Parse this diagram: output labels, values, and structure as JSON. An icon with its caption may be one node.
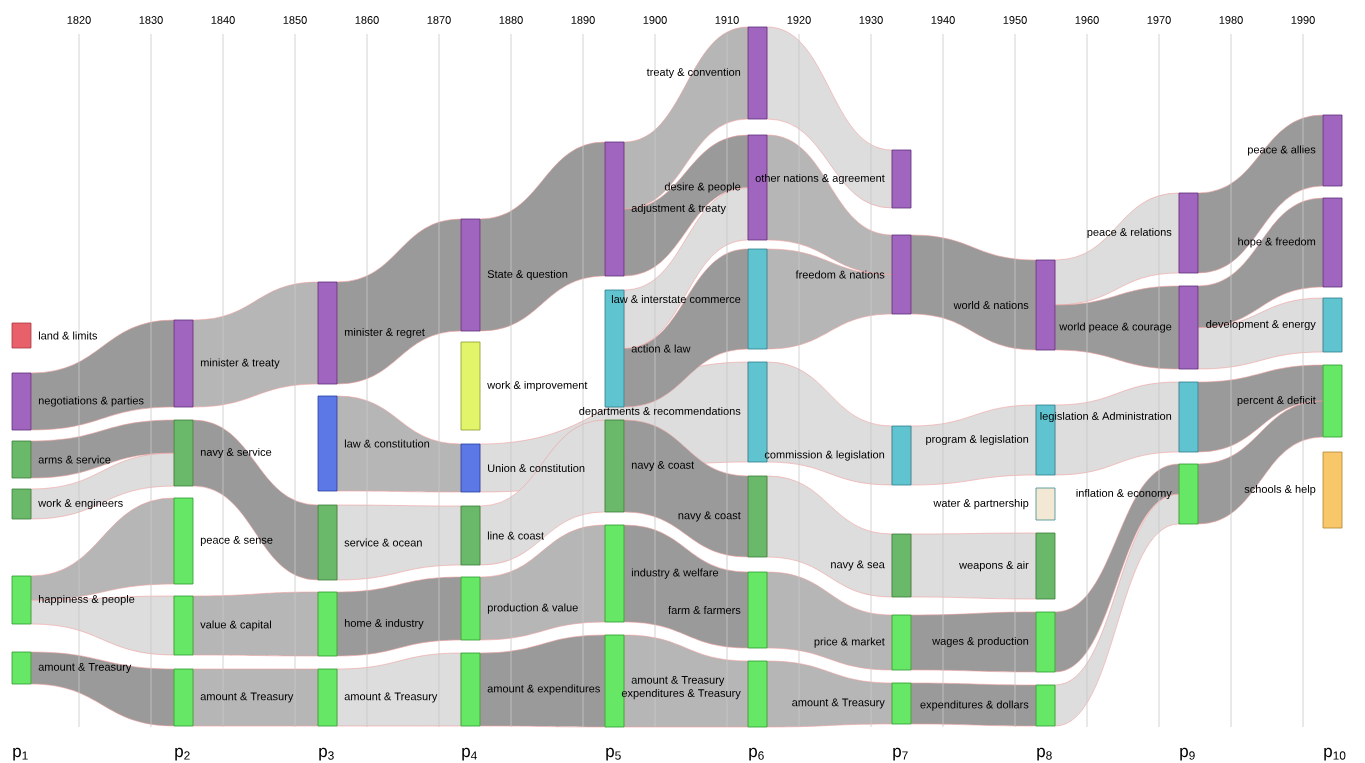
{
  "diagram": {
    "nodes": [
      {
        "text": [
          "land & limits"
        ]
      },
      {
        "text": [
          "negotiations & parties"
        ]
      },
      {
        "text": [
          "arms & service"
        ]
      },
      {
        "text": [
          "work & engineers"
        ]
      },
      {
        "text": [
          "happiness & people"
        ]
      },
      {
        "text": [
          "amount & Treasury"
        ]
      },
      {
        "text": [
          "minister & treaty"
        ]
      },
      {
        "text": [
          "navy & service"
        ]
      },
      {
        "text": [
          "peace & sense"
        ]
      },
      {
        "text": [
          "value & capital"
        ]
      },
      {
        "text": [
          "amount & Treasury"
        ]
      },
      {
        "text": [
          "minister & regret"
        ]
      },
      {
        "text": [
          "law & constitution"
        ]
      },
      {
        "text": [
          "service & ocean"
        ]
      },
      {
        "text": [
          "home & industry"
        ]
      },
      {
        "text": [
          "amount & Treasury"
        ]
      },
      {
        "text": [
          "State & question"
        ]
      },
      {
        "text": [
          "work & improvement"
        ]
      },
      {
        "text": [
          "Union & constitution"
        ]
      },
      {
        "text": [
          "line & coast"
        ]
      },
      {
        "text": [
          "production & value"
        ]
      },
      {
        "text": [
          "amount & expenditures"
        ]
      },
      {
        "text": [
          "adjustment & treaty"
        ]
      },
      {
        "text": [
          "action & law"
        ]
      },
      {
        "text": [
          "navy & coast"
        ]
      },
      {
        "text": [
          "industry & welfare"
        ]
      },
      {
        "text": [
          "amount & Treasury"
        ]
      },
      {
        "text": [
          "treaty & convention"
        ]
      },
      {
        "text": [
          "desire & people"
        ]
      },
      {
        "text": [
          "law & interstate commerce"
        ]
      },
      {
        "text": [
          "departments & recommendations"
        ]
      },
      {
        "text": [
          "navy & coast"
        ]
      },
      {
        "text": [
          "farm & farmers"
        ]
      },
      {
        "text": [
          "expenditures & Treasury"
        ]
      },
      {
        "text": [
          "other nations & agreement"
        ]
      },
      {
        "text": [
          "freedom & nations"
        ]
      },
      {
        "text": [
          "commission & legislation"
        ]
      },
      {
        "text": [
          "navy & sea"
        ]
      },
      {
        "text": [
          "price & market"
        ]
      },
      {
        "text": [
          "amount & Treasury"
        ]
      },
      {
        "text": [
          "world & nations"
        ]
      },
      {
        "text": [
          "program & legislation"
        ]
      },
      {
        "text": [
          "water & partnership"
        ]
      },
      {
        "text": [
          "weapons & air"
        ]
      },
      {
        "text": [
          "wages & production"
        ]
      },
      {
        "text": [
          "expenditures & dollars"
        ]
      },
      {
        "text": [
          "peace & relations"
        ]
      },
      {
        "text": [
          "world peace & courage"
        ]
      },
      {
        "text": [
          "legislation & Administration"
        ]
      },
      {
        "text": [
          "inflation & economy"
        ]
      },
      {
        "text": [
          "peace & allies"
        ]
      },
      {
        "text": [
          "hope & freedom"
        ]
      },
      {
        "text": [
          "development & energy"
        ]
      },
      {
        "text": [
          "percent & deficit"
        ]
      },
      {
        "text": [
          "schools & help"
        ]
      }
    ],
    "edges": [
      {
        "from": 1,
        "to": 6,
        "arrow": "none"
      },
      {
        "from": 2,
        "to": 7,
        "arrow": "none"
      },
      {
        "from": 3,
        "to": 7,
        "arrow": "none"
      },
      {
        "from": 4,
        "to": 8,
        "arrow": "none"
      },
      {
        "from": 4,
        "to": 9,
        "arrow": "none"
      },
      {
        "from": 5,
        "to": 10,
        "arrow": "none"
      },
      {
        "from": 6,
        "to": 11,
        "arrow": "none"
      },
      {
        "from": 7,
        "to": 13,
        "arrow": "none"
      },
      {
        "from": 9,
        "to": 14,
        "arrow": "none"
      },
      {
        "from": 10,
        "to": 15,
        "arrow": "none"
      },
      {
        "from": 11,
        "to": 16,
        "arrow": "none"
      },
      {
        "from": 12,
        "to": 18,
        "arrow": "none"
      },
      {
        "from": 13,
        "to": 19,
        "arrow": "none"
      },
      {
        "from": 14,
        "to": 20,
        "arrow": "none"
      },
      {
        "from": 15,
        "to": 21,
        "arrow": "none"
      },
      {
        "from": 16,
        "to": 22,
        "arrow": "none"
      },
      {
        "from": 18,
        "to": 30,
        "arrow": "none"
      },
      {
        "from": 19,
        "to": 24,
        "arrow": "none"
      },
      {
        "from": 20,
        "to": 25,
        "arrow": "none"
      },
      {
        "from": 21,
        "to": 26,
        "arrow": "none"
      },
      {
        "from": 22,
        "to": 27,
        "arrow": "none"
      },
      {
        "from": 22,
        "to": 28,
        "arrow": "none"
      },
      {
        "from": 23,
        "to": 28,
        "arrow": "none"
      },
      {
        "from": 23,
        "to": 29,
        "arrow": "none"
      },
      {
        "from": 24,
        "to": 31,
        "arrow": "none"
      },
      {
        "from": 25,
        "to": 32,
        "arrow": "none"
      },
      {
        "from": 26,
        "to": 33,
        "arrow": "none"
      },
      {
        "from": 27,
        "to": 34,
        "arrow": "none"
      },
      {
        "from": 28,
        "to": 35,
        "arrow": "none"
      },
      {
        "from": 29,
        "to": 35,
        "arrow": "none"
      },
      {
        "from": 30,
        "to": 36,
        "arrow": "none"
      },
      {
        "from": 31,
        "to": 37,
        "arrow": "none"
      },
      {
        "from": 32,
        "to": 38,
        "arrow": "none"
      },
      {
        "from": 33,
        "to": 39,
        "arrow": "none"
      },
      {
        "from": 35,
        "to": 40,
        "arrow": "none"
      },
      {
        "from": 36,
        "to": 41,
        "arrow": "none"
      },
      {
        "from": 37,
        "to": 43,
        "arrow": "none"
      },
      {
        "from": 38,
        "to": 44,
        "arrow": "none"
      },
      {
        "from": 39,
        "to": 45,
        "arrow": "none"
      },
      {
        "from": 40,
        "to": 46,
        "arrow": "none"
      },
      {
        "from": 40,
        "to": 47,
        "arrow": "none"
      },
      {
        "from": 41,
        "to": 48,
        "arrow": "none"
      },
      {
        "from": 44,
        "to": 49,
        "arrow": "none"
      },
      {
        "from": 45,
        "to": 49,
        "arrow": "none"
      },
      {
        "from": 46,
        "to": 50,
        "arrow": "none"
      },
      {
        "from": 47,
        "to": 51,
        "arrow": "none"
      },
      {
        "from": 47,
        "to": 52,
        "arrow": "none"
      },
      {
        "from": 48,
        "to": 53,
        "arrow": "none"
      },
      {
        "from": 49,
        "to": 53,
        "arrow": "none"
      }
    ],
    "labels": [
      "1820",
      "1830",
      "1840",
      "1850",
      "1860",
      "1870",
      "1880",
      "1890",
      "1900",
      "1910",
      "1920",
      "1930",
      "1940",
      "1950",
      "1960",
      "1970",
      "1980",
      "1990",
      "p$_{1}$",
      "p$_{2}$",
      "p$_{3}$",
      "p$_{4}$",
      "p$_{5}$",
      "p$_{6}$",
      "p$_{7}$",
      "p$_{8}$",
      "p$_{9}$",
      "p$_{10}$"
    ]
  }
}
